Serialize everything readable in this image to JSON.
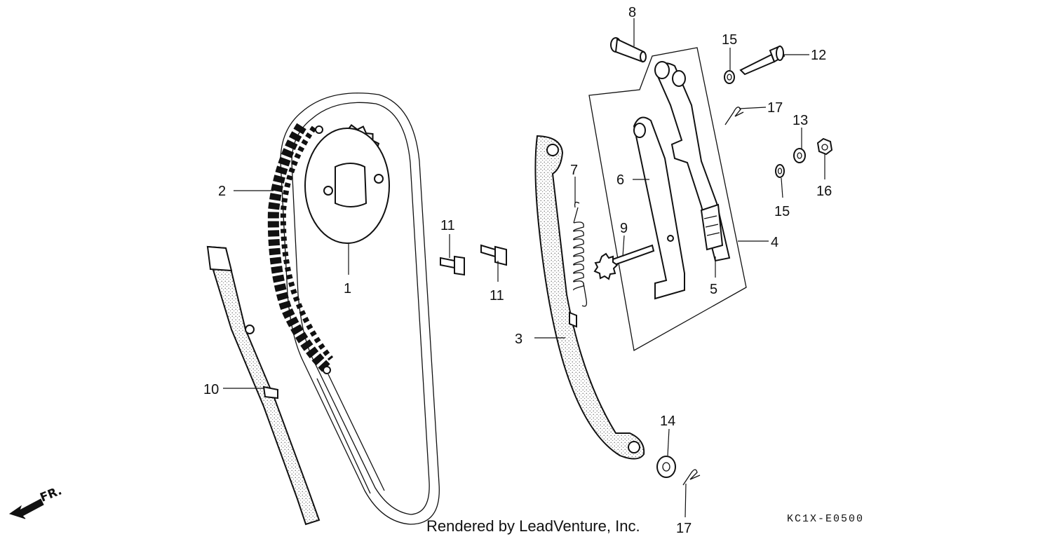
{
  "diagram": {
    "callouts": {
      "c1": "1",
      "c2": "2",
      "c3": "3",
      "c4": "4",
      "c5": "5",
      "c6": "6",
      "c7": "7",
      "c8": "8",
      "c9": "9",
      "c10": "10",
      "c11a": "11",
      "c11b": "11",
      "c12": "12",
      "c13": "13",
      "c14": "14",
      "c15a": "15",
      "c15b": "15",
      "c16": "16",
      "c17a": "17",
      "c17b": "17"
    },
    "front_marker": "FR.",
    "credit": "Rendered by LeadVenture, Inc.",
    "diagram_code": "KC1X-E0500"
  }
}
